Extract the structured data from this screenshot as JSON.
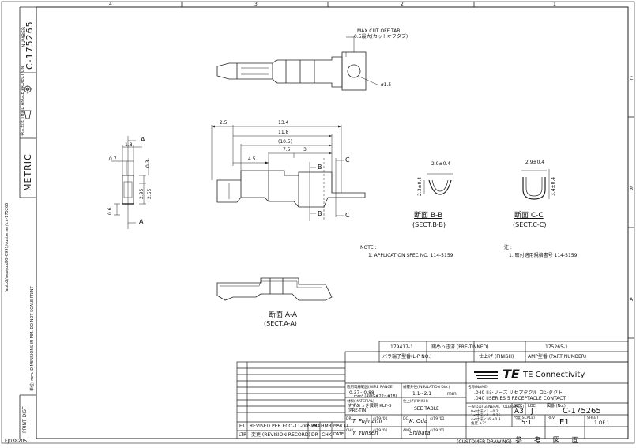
{
  "border": {
    "top_zones": [
      "4",
      "3",
      "2",
      "1"
    ],
    "right_zones": [
      "C",
      "B",
      "A"
    ]
  },
  "left_strip": {
    "number_label": "NUMBER",
    "number": "C-175265",
    "projection_label": "第三角法 THIRD ANGLE PROJECTION",
    "metric": "METRIC",
    "path": "/auto2/new/u.d99-0991/customer/s.c-175265",
    "dimensions_note": "単位: mm. DIMENSIONS IN MM. DO NOT SCALE PRINT",
    "print_dist": "PRINT DIST"
  },
  "top_view": {
    "note_line1": "MAX.CUT OFF TAB",
    "note_line2": "0.5最大(カットオフタブ)",
    "dia_label": "ø1.5"
  },
  "side_view": {
    "dims": [
      "2.5",
      "13.4",
      "11.8",
      "(10.5)",
      "7.5",
      "3",
      "4.5"
    ],
    "section_marks": [
      "B",
      "B",
      "C",
      "C"
    ]
  },
  "end_view": {
    "dims": [
      "1.8",
      "0.7",
      "0.3",
      "2.95",
      "2.55",
      "0.6"
    ],
    "marks": [
      "A",
      "A"
    ]
  },
  "section_bb": {
    "dims": [
      "2.9±0.4",
      "2.3±0.4"
    ],
    "label_jp": "断面 B-B",
    "label_en": "(SECT.B-B)"
  },
  "section_cc": {
    "dims": [
      "2.9±0.4",
      "3.4±0.4"
    ],
    "label_jp": "断面 C-C",
    "label_en": "(SECT.C-C)"
  },
  "section_aa": {
    "label_jp": "断面 A-A",
    "label_en": "(SECT.A-A)"
  },
  "notes": {
    "en_title": "NOTE :",
    "en_item": "1.  APPLICATION SPEC NO. 114-5159",
    "jp_title": "注 :",
    "jp_item": "1.  取付適用規格書号 114-5159"
  },
  "title_block": {
    "row1": {
      "part": "179417-1",
      "finish_jp": "錫めっき済 (PRE-TINNED)",
      "pn": "175265-1"
    },
    "row2": {
      "label": "バラ端子型番(L-P NO.)",
      "finish": "仕上げ (FINISH)",
      "amp": "AMP型番 (PART NUMBER)"
    },
    "company": "TE Connectivity",
    "wire_range_label": "適用電線範囲(WIRE RANGE)",
    "wire_range": "0.37~0.88",
    "wire_awg": "mm² (AWG#22~#18)",
    "ins_label": "被覆外径(INSULATION DIA.)",
    "ins_value": "1.1~2.1",
    "ins_unit": "mm",
    "material_label": "材料(MATERIAL)",
    "material": "すずめっき黄銅 KLF-5",
    "material_sub": "(PRE-TIN)",
    "finish_label": "仕上げ(FINISH)",
    "finish_value": "SEE TABLE",
    "name_label": "名称(NAME)",
    "name_line1": ".040 IIシリーズ リセプタクル コンタクト",
    "name_line2": ".040 IISERIES 5 RECEPTACLE CONTACT",
    "tol_label": "一般公差(GENERAL TOLERANCE)",
    "tol_lines": [
      "0≤寸法<1  ±0.2",
      "1≤寸法<4  ±0.25",
      "4≤寸法<16  ±0.3",
      "角度  ±3°"
    ],
    "size_label": "SIZE",
    "size": "A3",
    "loc_label": "LOC",
    "loc": "J",
    "dwg_label": "図番 (No.)",
    "dwg": "C-175265",
    "scale_label": "尺度(SCALE)",
    "scale": "5:1",
    "rev_label": "REV.",
    "rev": "E1",
    "sheet_label": "SHEET",
    "sheet": "1 OF 1",
    "dr_label": "DR.",
    "dr_date": "4/19 '01",
    "dr_name": "T. Fujinami",
    "chk_label": "CHK.",
    "chk_date": "4/19 '01",
    "chk_name": "Y. Yunsen",
    "dc_label": "DC.",
    "dc_date": "4/19 '01",
    "dc_name": "K. Oda",
    "amp_label": "AMP.",
    "amp_date": "4/19 '01",
    "amp_name": "Shibata",
    "ltr": "E1",
    "revision": "REVISED PER ECO-11-005294",
    "rk": "RK",
    "hmr": "HMR",
    "date": "MAR 11",
    "hdr_ltr": "LTR",
    "hdr_rev": "変更 (REVISION RECORD)",
    "hdr_dr": "DR",
    "hdr_chk": "CHK",
    "hdr_date": "DATE"
  },
  "footer": {
    "left_code": "FJ038205",
    "customer": "(CUSTOMER DRAWING)",
    "jp": "参 考 図 面"
  }
}
